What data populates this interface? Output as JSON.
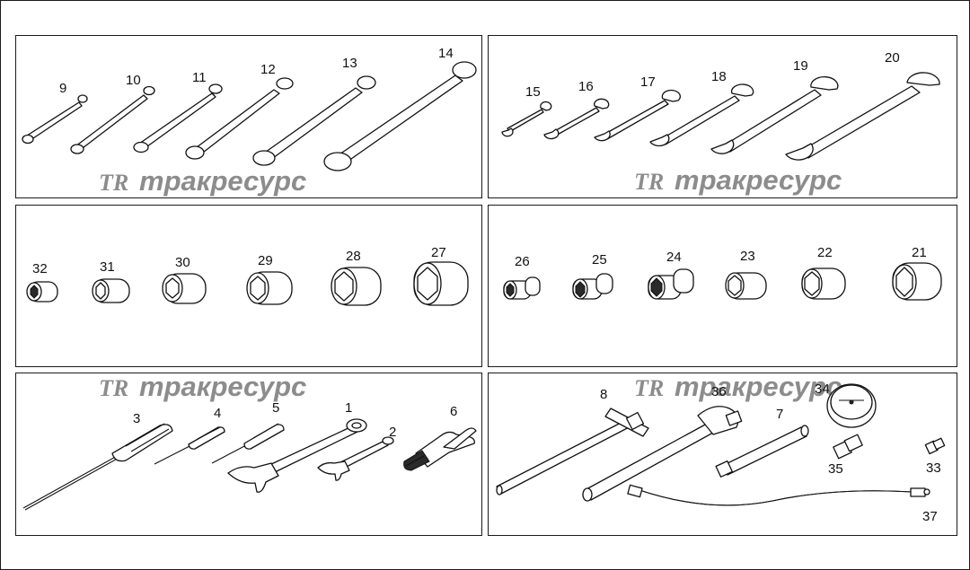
{
  "watermark": {
    "logo": "TR",
    "text": "тракресурс"
  },
  "panels": {
    "ring_wrenches": {
      "labels": [
        "9",
        "10",
        "11",
        "12",
        "13",
        "14"
      ]
    },
    "open_wrenches": {
      "labels": [
        "15",
        "16",
        "17",
        "18",
        "19",
        "20"
      ]
    },
    "sockets_left": {
      "labels": [
        "32",
        "31",
        "30",
        "29",
        "28",
        "27"
      ]
    },
    "sockets_right": {
      "labels": [
        "26",
        "25",
        "24",
        "23",
        "22",
        "21"
      ]
    },
    "hand_tools": {
      "labels": [
        "3",
        "4",
        "5",
        "1",
        "2",
        "6"
      ]
    },
    "accessories": {
      "labels": [
        "8",
        "36",
        "7",
        "34",
        "35",
        "33",
        "37"
      ]
    }
  }
}
